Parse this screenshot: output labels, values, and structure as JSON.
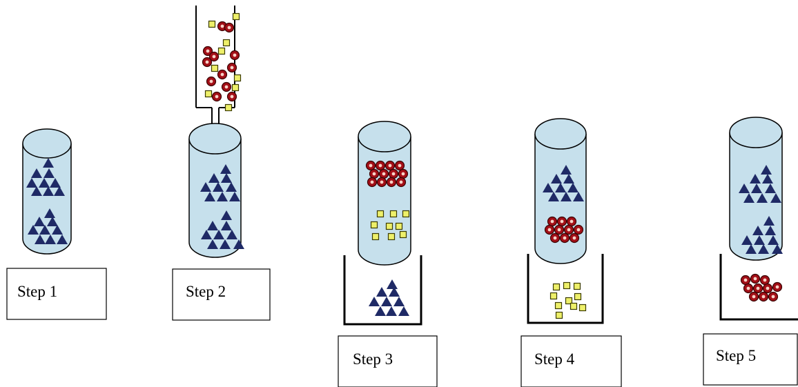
{
  "steps": [
    {
      "label": "Step 1"
    },
    {
      "label": "Step 2"
    },
    {
      "label": "Step 3"
    },
    {
      "label": "Step 4"
    },
    {
      "label": "Step 5"
    }
  ],
  "colors": {
    "tube_fill": "#c6e0ec",
    "tube_stroke": "#000000",
    "triangle": "#1f2a66",
    "ring_fill": "#a30f17",
    "ring_stroke": "#3a0404",
    "square_fill": "#eef06a",
    "square_stroke": "#3a3a00",
    "background": "#ffffff"
  },
  "particles": {
    "triangle": "dark-blue triangle particle",
    "ring": "dark-red ring particle",
    "square": "yellow square particle"
  }
}
